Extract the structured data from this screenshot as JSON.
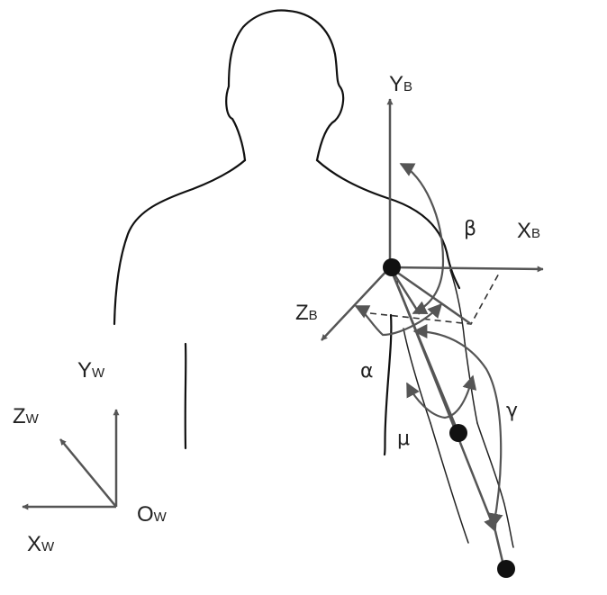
{
  "labels": {
    "yb": {
      "main": "Y",
      "sub": "B"
    },
    "xb": {
      "main": "X",
      "sub": "B"
    },
    "zb": {
      "main": "Z",
      "sub": "B"
    },
    "yw": {
      "main": "Y",
      "sub": "W"
    },
    "zw": {
      "main": "Z",
      "sub": "W"
    },
    "xw": {
      "main": "X",
      "sub": "W"
    },
    "ow": {
      "main": "O",
      "sub": "W"
    },
    "beta": "β",
    "alpha": "α",
    "gamma": "γ",
    "mu": "μ"
  },
  "colors": {
    "axis": "#555555",
    "outline": "#111111",
    "joint": "#111111"
  }
}
